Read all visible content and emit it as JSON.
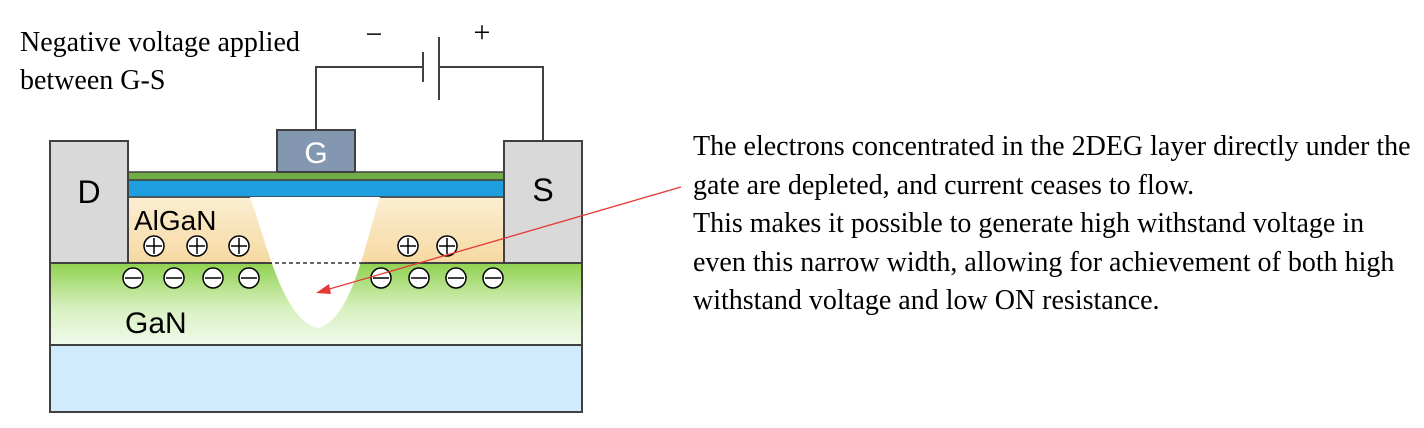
{
  "bias_label": {
    "line1": "Negative voltage applied",
    "line2": "between G-S"
  },
  "battery": {
    "minus": "−",
    "plus": "+"
  },
  "terminals": {
    "drain": "D",
    "gate": "G",
    "source": "S"
  },
  "layers": {
    "algan": "AlGaN",
    "gan": "GaN"
  },
  "explanation": {
    "paragraph1": "The electrons concentrated in the 2DEG layer directly under the gate are depleted, and current ceases to flow.",
    "paragraph2": "This makes it possible to generate high withstand voltage in even this narrow width, allowing for achievement of both high withstand voltage and low ON resistance."
  },
  "colors": {
    "electrode": "#d9d9d9",
    "gate": "#8497b0",
    "insulator_green": "#70ad47",
    "passivation_blue": "#1f9ee0",
    "algan": "#f8e2b4",
    "gan_green": "#92d050",
    "substrate": "#d0ebfb",
    "arrow": "#e53935"
  }
}
